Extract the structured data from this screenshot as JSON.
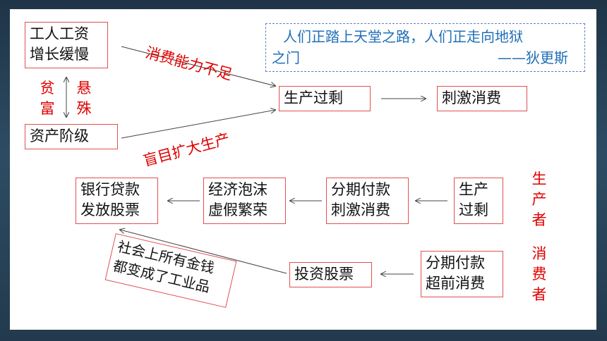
{
  "quote": {
    "line1": "人们正踏上天堂之路，人们正走向地狱",
    "line2": "之门",
    "attribution": "——狄更斯"
  },
  "top": {
    "wage_box": [
      "工人工资",
      "增长缓慢"
    ],
    "class_box": "资产阶级",
    "wealth_gap_left": [
      "贫",
      "富"
    ],
    "wealth_gap_right": [
      "悬",
      "殊"
    ],
    "label_consumption": "消费能力不足",
    "label_expansion": "盲目扩大生产",
    "overproduction": "生产过剩",
    "stimulate": "刺激消费"
  },
  "cycle": {
    "overproduction": [
      "生产",
      "过剩"
    ],
    "installment": [
      "分期付款",
      "刺激消费"
    ],
    "bubble": [
      "经济泡沫",
      "虚假繁荣"
    ],
    "bank": [
      "银行贷款",
      "发放股票"
    ],
    "installment_advance": [
      "分期付款",
      "超前消费"
    ],
    "stocks": "投资股票",
    "money_note": [
      "社会上所有金钱",
      "都变成了工业品"
    ]
  },
  "side": {
    "producer": [
      "生",
      "产",
      "者"
    ],
    "consumer": [
      "消",
      "费",
      "者"
    ]
  }
}
